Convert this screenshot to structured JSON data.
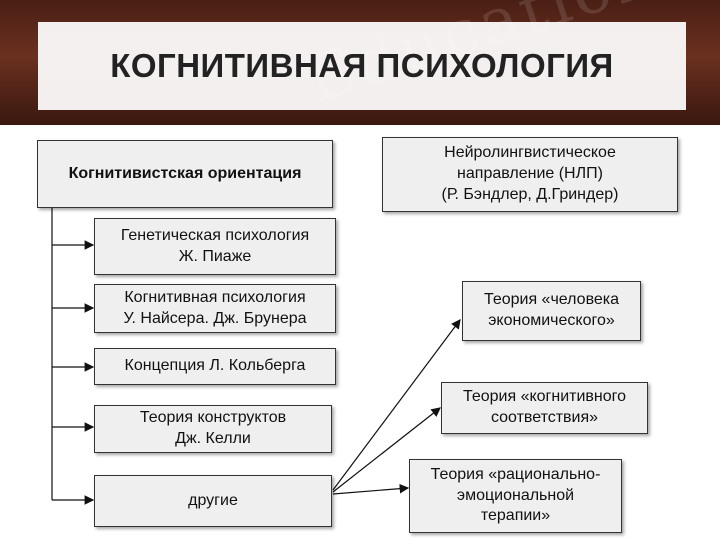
{
  "title": "КОГНИТИВНАЯ ПСИХОЛОГИЯ",
  "header_decoration": "Education",
  "left_root": "Когнитивистская ориентация",
  "left_items": [
    "Генетическая психология\nЖ. Пиаже",
    "Когнитивная психология\nУ. Найсера. Дж. Брунера",
    "Концепция Л. Кольберга",
    "Теория конструктов\nДж. Келли",
    "другие"
  ],
  "right_root": "Нейролингвистическое\nнаправление (НЛП)\n(Р. Бэндлер, Д.Гриндер)",
  "right_items": [
    "Теория «человека\nэкономического»",
    "Теория «когнитивного\nсоответствия»",
    "Теория «рационально-\nэмоциональной\nтерапии»"
  ]
}
